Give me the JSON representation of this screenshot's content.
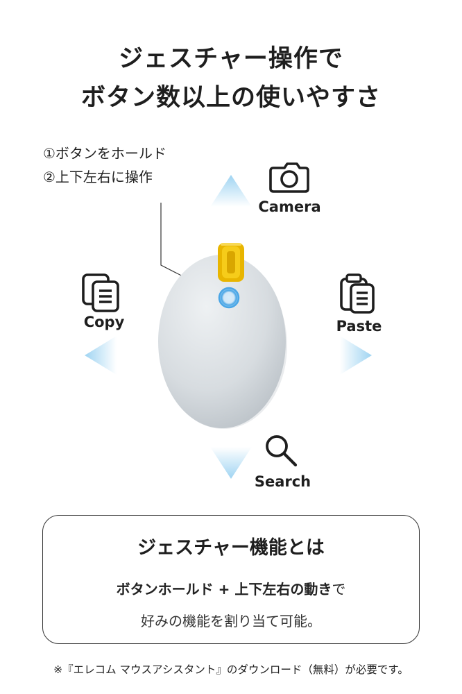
{
  "headline": {
    "line1": "ジェスチャー操作で",
    "line2": "ボタン数以上の使いやすさ"
  },
  "steps": [
    "①ボタンをホールド",
    "②上下左右に操作"
  ],
  "gestures": {
    "up": {
      "label": "Camera",
      "icon": "camera-icon"
    },
    "left": {
      "label": "Copy",
      "icon": "copy-icon"
    },
    "right": {
      "label": "Paste",
      "icon": "paste-icon"
    },
    "down": {
      "label": "Search",
      "icon": "search-icon"
    }
  },
  "colors": {
    "arrow": "#9fd4f2",
    "mouse_body": "#d9dee2",
    "wheel": "#f2c200",
    "button_glow": "#4aa6e6"
  },
  "info_box": {
    "title": "ジェスチャー機能とは",
    "line1_bold": "ボタンホールド + 上下左右の動き",
    "line1_tail": "で",
    "line2": "好みの機能を割り当て可能。"
  },
  "footnote": "※『エレコム マウスアシスタント』のダウンロード（無料）が必要です。"
}
